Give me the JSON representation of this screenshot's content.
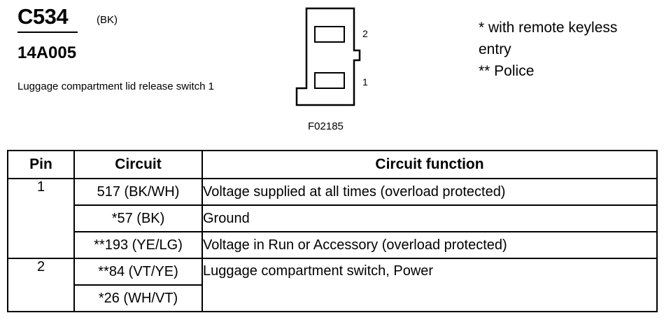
{
  "header": {
    "connector_id": "C534",
    "color_code": "(BK)",
    "part_number": "14A005",
    "description": "Luggage compartment lid release switch 1"
  },
  "diagram": {
    "code": "F02185",
    "pin_labels": [
      "2",
      "1"
    ]
  },
  "notes": [
    "* with remote keyless",
    "entry",
    "** Police"
  ],
  "table": {
    "headers": [
      "Pin",
      "Circuit",
      "Circuit function"
    ],
    "rows": [
      {
        "pin": "1",
        "circuit": "517 (BK/WH)",
        "function": "Voltage supplied at all times (overload protected)"
      },
      {
        "pin": "",
        "circuit": "*57 (BK)",
        "function": "Ground"
      },
      {
        "pin": "",
        "circuit": "**193 (YE/LG)",
        "function": "Voltage in Run or Accessory (overload protected)"
      },
      {
        "pin": "2",
        "circuit": "**84 (VT/YE)",
        "function": "Luggage compartment switch, Power"
      },
      {
        "pin": "",
        "circuit": "*26 (WH/VT)",
        "function": ""
      }
    ]
  }
}
